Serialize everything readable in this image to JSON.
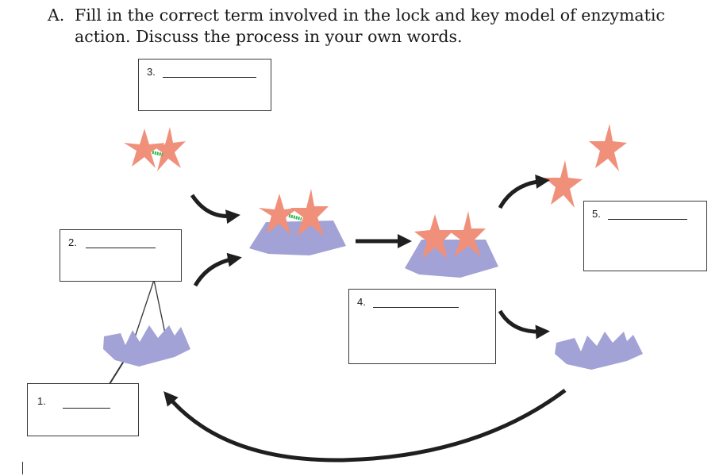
{
  "heading": {
    "marker": "A.",
    "line1": "Fill in the correct term involved in the lock and key model of enzymatic",
    "line2": "action. Discuss the process in your own words."
  },
  "boxes": [
    {
      "number": "1.",
      "blank": ""
    },
    {
      "number": "2.",
      "blank": ""
    },
    {
      "number": "3.",
      "blank": ""
    },
    {
      "number": "4.",
      "blank": ""
    },
    {
      "number": "5.",
      "blank": ""
    }
  ],
  "colors": {
    "substrate": "#f0907a",
    "enzyme": "#a2a2d6",
    "bond": "#2fb84a",
    "arrow": "#1f1f1f"
  }
}
